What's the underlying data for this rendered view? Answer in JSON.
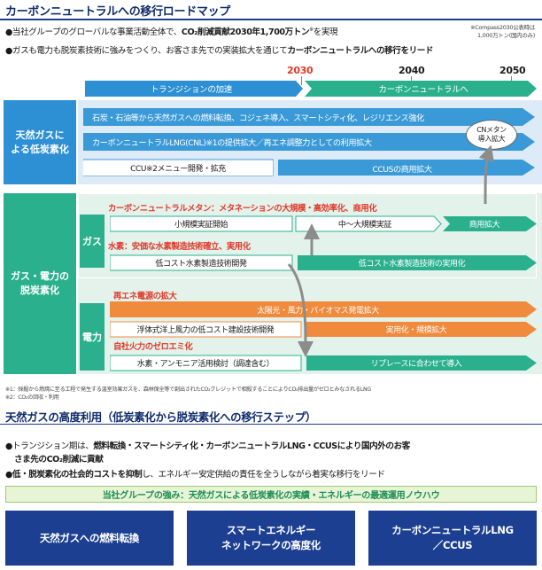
{
  "title": "カーボンニュートラルへの移行ロードマップ",
  "bullet1_a": "●当社グループのグローバルな事業活動全体で、",
  "bullet1_b": "CO₂削減貢献2030年1,700万トン",
  "bullet1_sup": "※",
  "bullet1_c": "を実現",
  "compass_note_1": "※Compass2030公表時は",
  "compass_note_2": "1,000万トン(国内のみ)",
  "bullet2_a": "●ガスも電力も脱炭素技術に強みをつくり、お客さま先での実装拡大を通じて",
  "bullet2_b": "カーボンニュートラルへの移行をリード",
  "years": [
    "2030",
    "2040",
    "2050"
  ],
  "phase_transition": "トランジションの加速",
  "phase_cn": "カーボンニュートラルへ",
  "label_gas_low": "天然ガスに\nよる低炭素化",
  "label_decarb": "ガス・電力の\n脱炭素化",
  "sub_gas": "ガス",
  "sub_power": "電力",
  "bar1": "石炭・石油等から天然ガスへの燃料転換、コジェネ導入、スマートシティ化、レジリエンス強化",
  "bar2": "カーボンニュートラルLNG(CNL)※1の提供拡大／再エネ調整力としての利用拡大",
  "cn_bubble": "CNメタン\n導入拡大",
  "ccu_box": "CCU※2メニュー開発・拡充",
  "ccus_bar": "CCUSの商用拡大",
  "methane_head": "カーボンニュートラルメタン：メタネーションの大規模・高効率化、商用化",
  "methane_s1": "小規模実証開始",
  "methane_s2": "中～大規模実証",
  "methane_s3": "商用拡大",
  "h2_head": "水素：安価な水素製造技術確立、実用化",
  "h2_box": "低コスト水素製造技術開発",
  "h2_bar": "低コスト水素製造技術の実用化",
  "re_head": "再エネ電源の拡大",
  "re_bar": "太陽光・風力・バイオマス発電拡大",
  "wind_box": "浮体式洋上風力の低コスト建設技術開発",
  "wind_bar": "実用化・規模拡大",
  "thermal_head": "自社火力のゼロエミ化",
  "thermal_box": "水素・アンモニア活用検討（調達含む）",
  "thermal_bar": "リプレースに合わせて導入",
  "foot1": "※1：採掘から燃焼に至る工程で発生する温室効果ガスを、森林保全等で創出されたCO₂クレジットで相殺することによりCO₂排出量がゼロとみなされるLNG",
  "foot2": "※2：CO₂の回収・利用",
  "sec2_title": "天然ガスの高度利用（低炭素化から脱炭素化への移行ステップ）",
  "s2b1_a": "●トランジション期は、",
  "s2b1_b": "燃料転換・スマートシティ化・カーボンニュートラルLNG・CCUSにより国内外のお客",
  "s2b1_c": "さま先のCO₂削減に貢献",
  "s2b2_a": "●",
  "s2b2_b": "低・脱炭素化の社会的コストを抑制",
  "s2b2_c": "し、エネルギー安定供給の責任を全うしながら着実な移行をリード",
  "strength": "当社グループの強み：天然ガスによる低炭素化の実績・エネルギーの最適運用ノウハウ",
  "card1": "天然ガスへの燃料転換",
  "card2": "スマートエネルギー\nネットワークの高度化",
  "card3": "カーボンニュートラルLNG\n／CCUS",
  "colors": {
    "navy": "#1c3f91",
    "blue": "#2d8fd4",
    "green": "#2bb08e",
    "orange": "#f08a3c",
    "red": "#e03a2a",
    "year_red": "#e03a2a"
  }
}
